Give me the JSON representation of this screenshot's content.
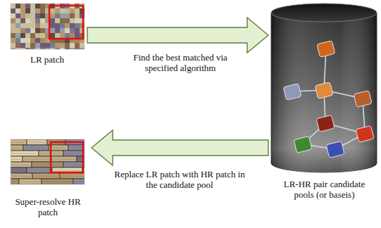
{
  "diagram": {
    "nodes": [
      {
        "text": [
          "LR patch"
        ]
      },
      {
        "text": [
          "LR-HR pair candidate pools (or baseis)"
        ]
      },
      {
        "text": [
          "Super-resolve HR patch"
        ]
      }
    ],
    "edges": [
      {
        "from": 0,
        "to": 1,
        "arrow": "to",
        "label": "Find the best matched via specified algorithm"
      },
      {
        "from": 1,
        "to": 2,
        "arrow": "to",
        "label": "Replace LR patch with HR patch in the candidate pool"
      }
    ]
  }
}
